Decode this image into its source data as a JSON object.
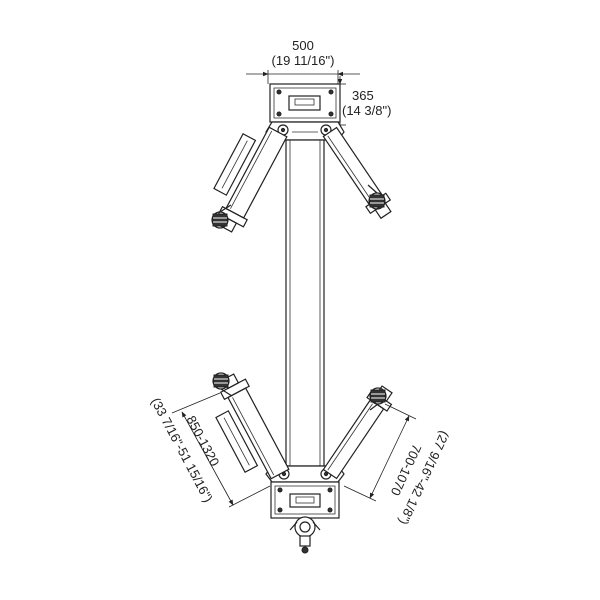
{
  "dimensions": {
    "width_mm": "500",
    "width_in": "(19 11/16\")",
    "offset_mm": "365",
    "offset_in": "(14 3/8\")",
    "front_arm_mm": "850-1320",
    "front_arm_in": "(33 7/16\"-51 15/16\")",
    "rear_arm_mm": "700-1070",
    "rear_arm_in": "(27 9/16\"-42 1/8\")"
  }
}
